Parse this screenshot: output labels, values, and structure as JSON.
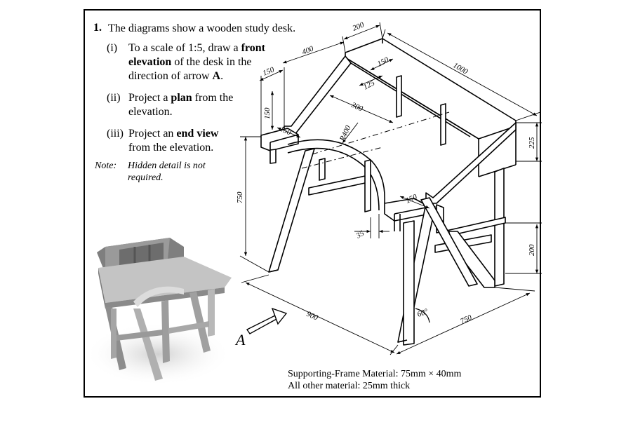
{
  "question": {
    "number": "1.",
    "intro": "The diagrams show a wooden study desk.",
    "parts": [
      {
        "label": "(i)",
        "pre": "To a scale of 1:5, draw a ",
        "bold": "front",
        "line2_bold": "elevation",
        "line2": " of the desk in the",
        "line3": "direction of arrow ",
        "line3_bold": "A",
        "line3_end": "."
      },
      {
        "label": "(ii)",
        "pre": "Project a ",
        "bold": "plan",
        "post": " from the",
        "line2": "elevation."
      },
      {
        "label": "(iii)",
        "pre": "Project an ",
        "bold": "end view",
        "line2": "from the elevation."
      }
    ],
    "note_label": "Note:",
    "note_line1": "Hidden detail is not",
    "note_line2": "required."
  },
  "dimensions": {
    "d200": "200",
    "d400": "400",
    "d150a": "150",
    "d150b": "150",
    "d1000": "1000",
    "d125": "125",
    "d300": "300",
    "d150c": "150",
    "d150d": "150",
    "r400": "R400",
    "d225": "225",
    "d750": "750",
    "d35": "35",
    "d150e": "150",
    "d200b": "200",
    "d900": "900",
    "d750b": "750",
    "angle": "60°"
  },
  "arrow_label": "A",
  "materials": {
    "line1": "Supporting-Frame Material: 75mm × 40mm",
    "line2": "All other material: 25mm thick"
  }
}
